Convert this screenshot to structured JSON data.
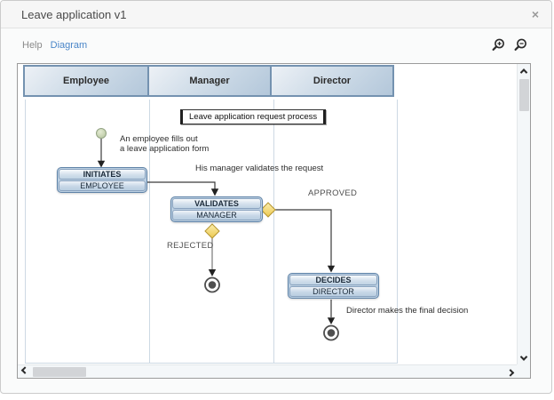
{
  "window": {
    "title": "Leave application v1",
    "close": "×"
  },
  "toolbar": {
    "help": "Help",
    "diagram": "Diagram"
  },
  "diagram": {
    "process_title": "Leave application request process",
    "lanes": [
      {
        "label": "Employee"
      },
      {
        "label": "Manager"
      },
      {
        "label": "Director"
      }
    ],
    "nodes": {
      "initiates": {
        "action": "INITIATES",
        "role": "EMPLOYEE"
      },
      "validates": {
        "action": "VALIDATES",
        "role": "MANAGER"
      },
      "decides": {
        "action": "DECIDES",
        "role": "DIRECTOR"
      }
    },
    "notes": {
      "start_line1": "An employee fills out",
      "start_line2": "a leave application form",
      "validates": "His manager validates the request",
      "decides": "Director makes the final decision"
    },
    "edges": {
      "approved": "APPROVED",
      "rejected": "REJECTED"
    }
  },
  "colors": {
    "link_blue": "#4a86c8",
    "lane_header_fill": "#b3c7da",
    "lane_border": "#7492b0",
    "task_border": "#5f83a8",
    "task_fill": "#c7d8e8",
    "gateway_fill": "#f2d269",
    "gateway_border": "#b5952f",
    "start_event_fill": "#ccd8b4",
    "end_event_fill": "#4f4f4f",
    "connector": "#3a3a3a"
  }
}
